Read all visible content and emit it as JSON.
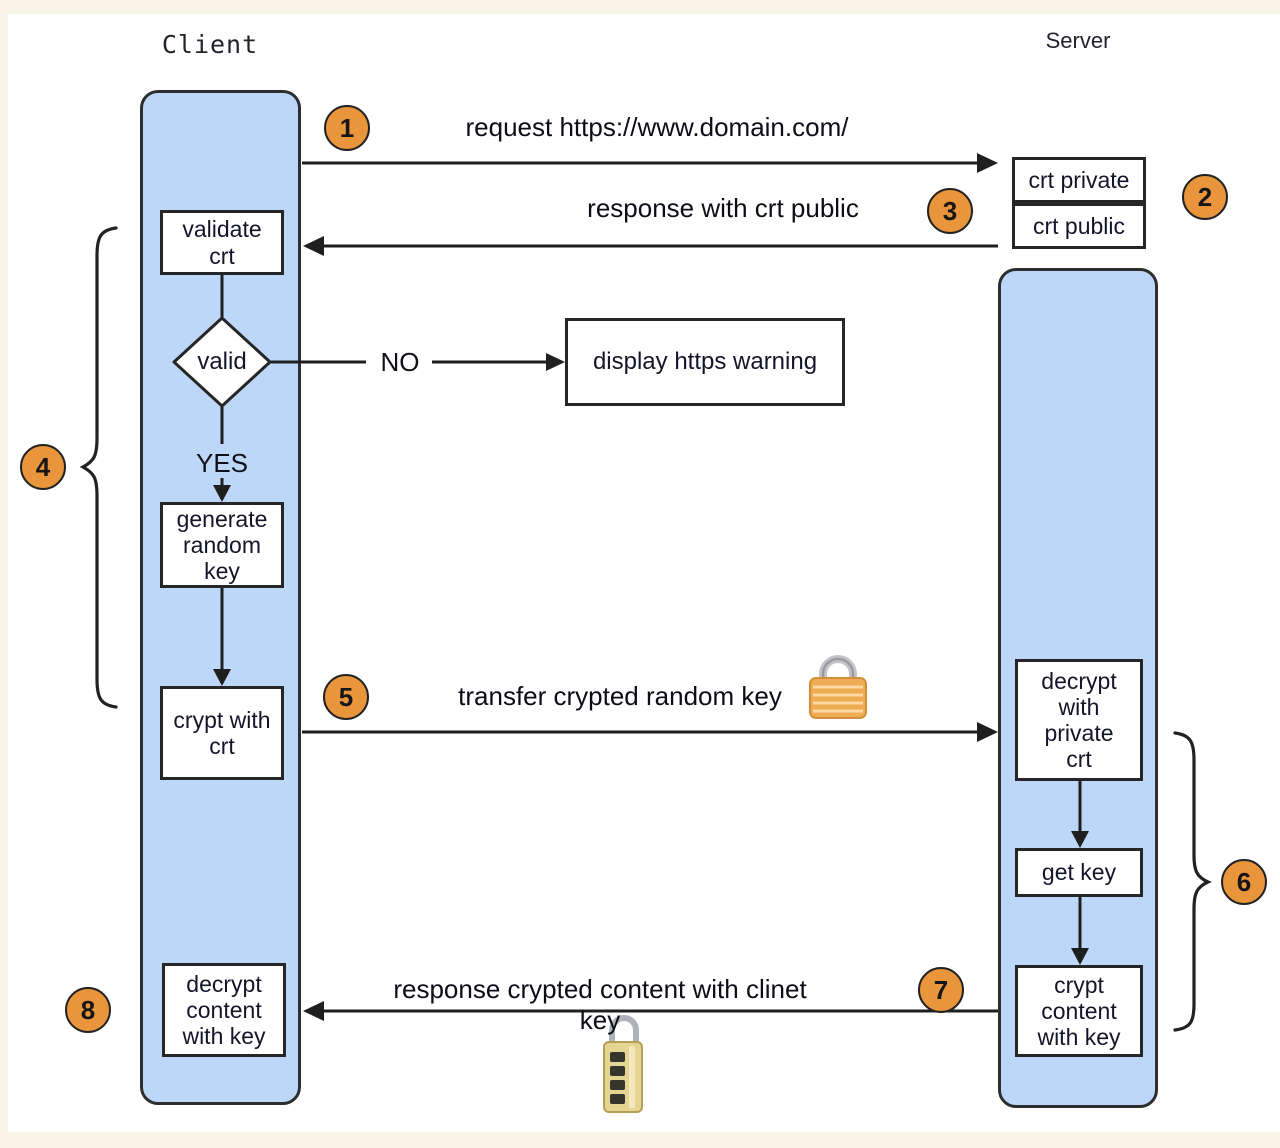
{
  "diagram": {
    "background": "#f8f4e8",
    "paper": "#ffffff",
    "lifeline_fill": "#bdd7f8",
    "badge_fill": "#e9953c",
    "line_color": "#1f1f1f"
  },
  "client": {
    "title": "Client",
    "boxes": {
      "validate": "validate\ncrt",
      "generate": "generate\nrandom\nkey",
      "crypt_with_crt": "crypt with\ncrt",
      "decrypt_content": "decrypt\ncontent\nwith key"
    },
    "decision": {
      "label": "valid",
      "yes": "YES",
      "no": "NO",
      "warning": "display https warning"
    }
  },
  "server": {
    "title": "Server",
    "boxes": {
      "crt_private": "crt private",
      "crt_public": "crt public",
      "decrypt_private": "decrypt\nwith\nprivate\ncrt",
      "get_key": "get key",
      "crypt_content": "crypt\ncontent\nwith key"
    }
  },
  "messages": {
    "request": "request https://www.domain.com/",
    "response_public": "response with crt public",
    "transfer_key": "transfer crypted random key",
    "response_content": "response crypted content with clinet key"
  },
  "badges": {
    "s1": "1",
    "s2": "2",
    "s3": "3",
    "s4": "4",
    "s5": "5",
    "s6": "6",
    "s7": "7",
    "s8": "8"
  },
  "icons": {
    "transfer_lock": "closed-padlock",
    "content_lock": "combination-padlock"
  }
}
